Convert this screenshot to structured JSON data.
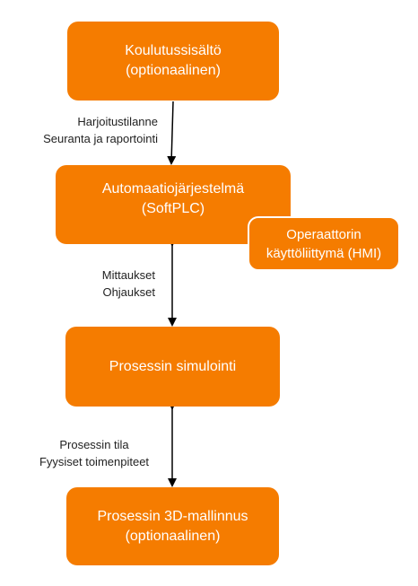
{
  "boxes": {
    "training": [
      "Koulutussisältö",
      "(optionaalinen)"
    ],
    "automation": [
      "Automaatiojärjestelmä",
      "(SoftPLC)"
    ],
    "hmi": [
      "Operaattorin",
      "käyttöliittymä (HMI)"
    ],
    "simulation": [
      "Prosessin simulointi"
    ],
    "modeling": [
      "Prosessin 3D-mallinnus",
      "(optionaalinen)"
    ]
  },
  "labels": {
    "training_to_automation": [
      "Harjoitustilanne",
      "Seuranta ja raportointi"
    ],
    "automation_simulation": [
      "Mittaukset",
      "Ohjaukset"
    ],
    "simulation_modeling": [
      "Prosessin tila",
      "Fyysiset toimenpiteet"
    ]
  },
  "colors": {
    "box_fill": "#f57c00",
    "box_text": "#ffffff",
    "arrow": "#000000"
  }
}
